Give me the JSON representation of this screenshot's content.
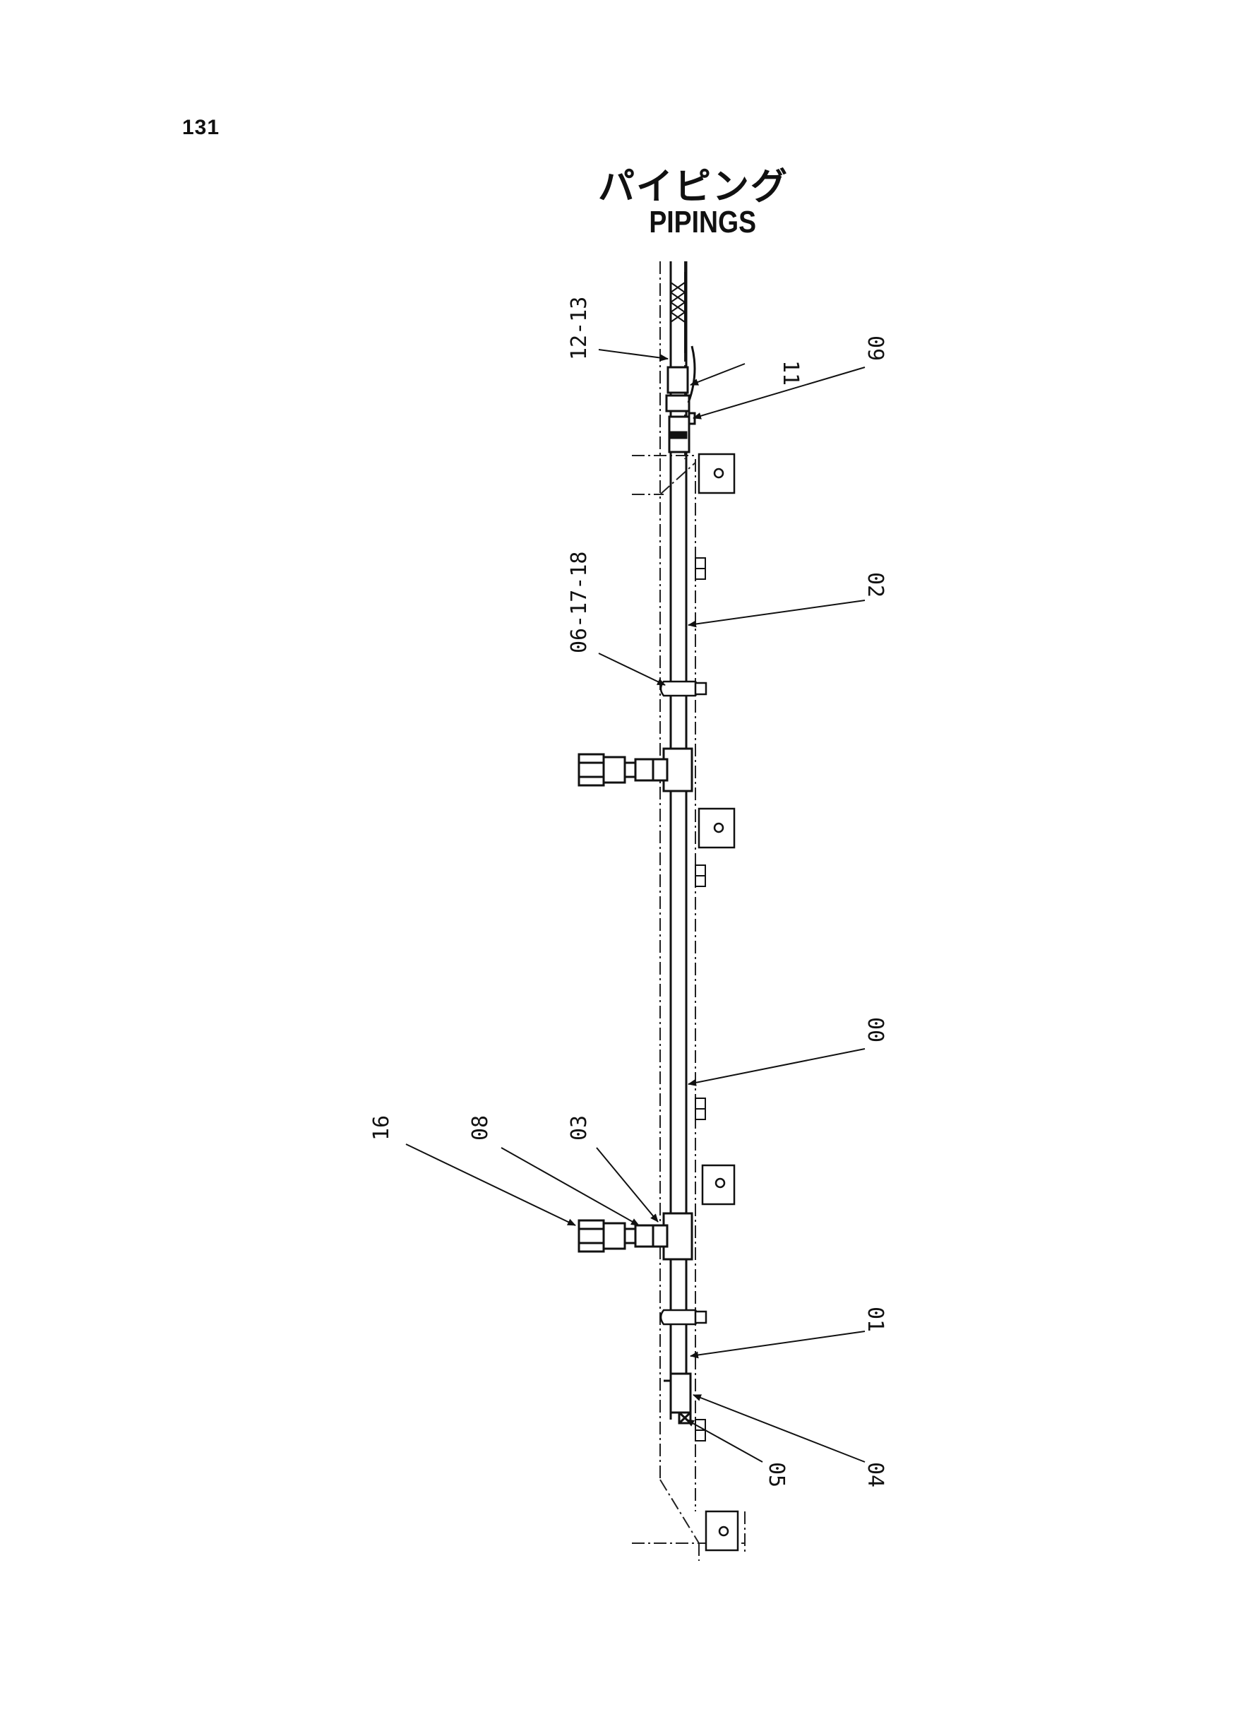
{
  "page_number": "131",
  "title_jp": "パイピング",
  "title_en": "PIPINGS",
  "callouts": [
    {
      "id": "c-12-13",
      "label": "12-13"
    },
    {
      "id": "c-11",
      "label": "11"
    },
    {
      "id": "c-09",
      "label": "09"
    },
    {
      "id": "c-06-17-18",
      "label": "06-17-18"
    },
    {
      "id": "c-02",
      "label": "02"
    },
    {
      "id": "c-00",
      "label": "00"
    },
    {
      "id": "c-16",
      "label": "16"
    },
    {
      "id": "c-08",
      "label": "08"
    },
    {
      "id": "c-03",
      "label": "03"
    },
    {
      "id": "c-01",
      "label": "01"
    },
    {
      "id": "c-05",
      "label": "05"
    },
    {
      "id": "c-04",
      "label": "04"
    }
  ]
}
